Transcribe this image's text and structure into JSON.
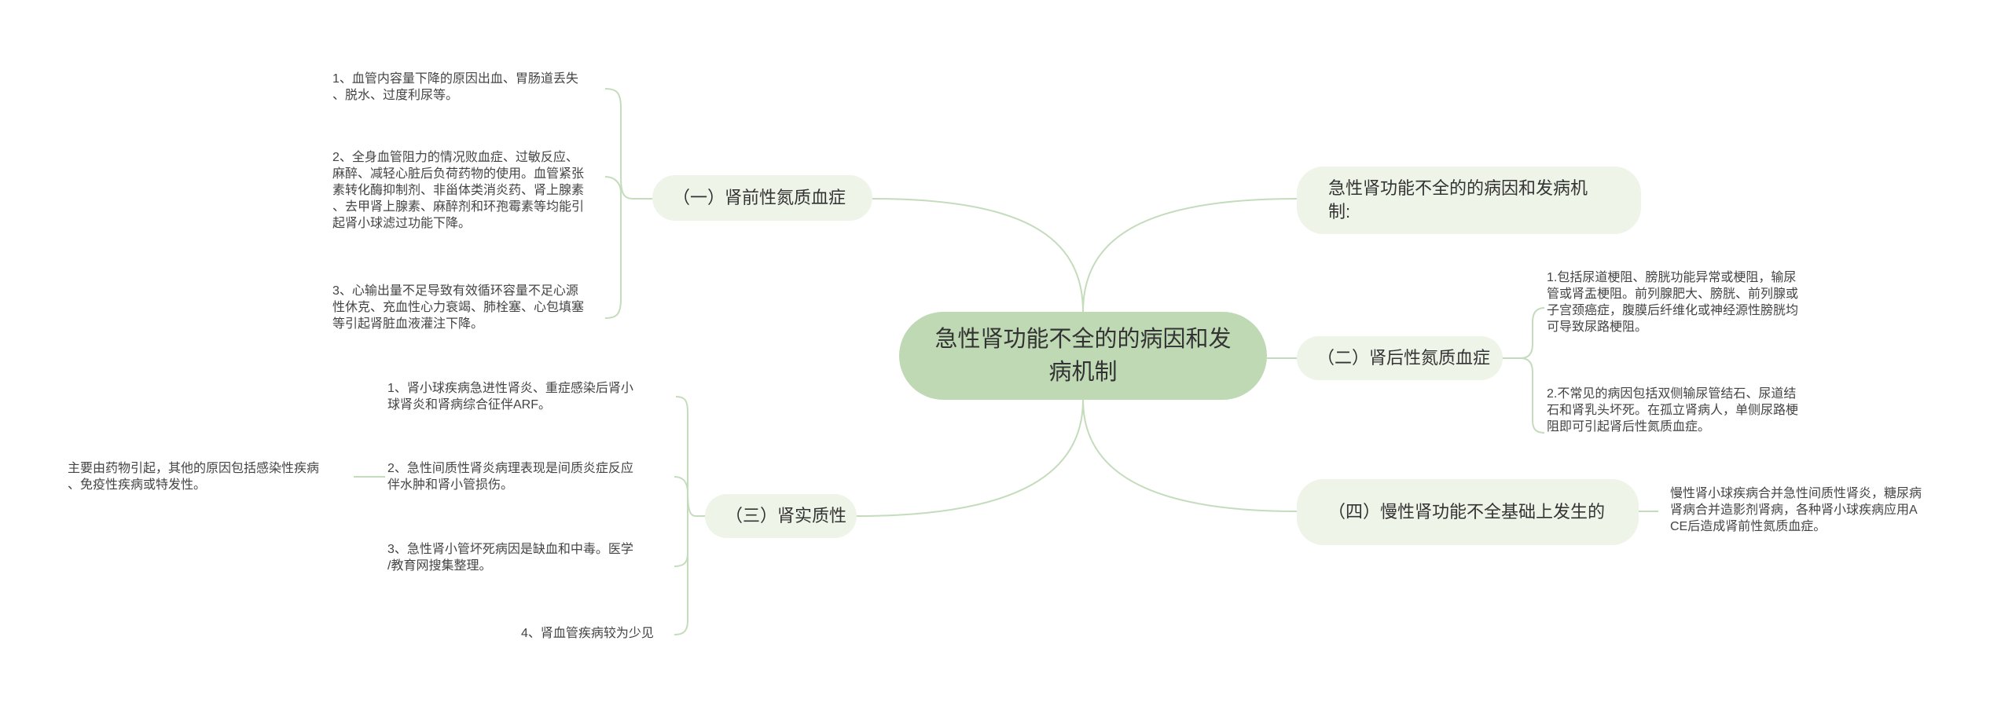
{
  "root": {
    "label": "急性肾功能不全的的病因和发病机制"
  },
  "left": {
    "prerenal": {
      "label": "（一）肾前性氮质血症",
      "items": [
        "1、血管内容量下降的原因出血、胃肠道丢失\n、脱水、过度利尿等。",
        "2、全身血管阻力的情况败血症、过敏反应、\n麻醉、减轻心脏后负荷药物的使用。血管紧张\n素转化酶抑制剂、非甾体类消炎药、肾上腺素\n、去甲肾上腺素、麻醉剂和环孢霉素等均能引\n起肾小球滤过功能下降。",
        "3、心输出量不足导致有效循环容量不足心源\n性休克、充血性心力衰竭、肺栓塞、心包填塞\n等引起肾脏血液灌注下降。"
      ]
    },
    "renal": {
      "label": "（三）肾实质性",
      "items": [
        "1、肾小球疾病急进性肾炎、重症感染后肾小\n球肾炎和肾病综合征伴ARF。",
        "2、急性间质性肾炎病理表现是间质炎症反应\n伴水肿和肾小管损伤。",
        "3、急性肾小管坏死病因是缺血和中毒。医学\n/教育网搜集整理。",
        "4、肾血管疾病较为少见"
      ],
      "sub_note": "主要由药物引起，其他的原因包括感染性疾病\n、免疫性疾病或特发性。"
    }
  },
  "right": {
    "intro": {
      "label": "急性肾功能不全的的病因和发病机制:"
    },
    "postrenal": {
      "label": "（二）肾后性氮质血症",
      "items": [
        "1.包括尿道梗阻、膀胱功能异常或梗阻，输尿\n管或肾盂梗阻。前列腺肥大、膀胱、前列腺或\n子宫颈癌症，腹膜后纤维化或神经源性膀胱均\n可导致尿路梗阻。",
        "2.不常见的病因包括双侧输尿管结石、尿道结\n石和肾乳头坏死。在孤立肾病人，单侧尿路梗\n阻即可引起肾后性氮质血症。"
      ]
    },
    "chronic": {
      "label": "（四）慢性肾功能不全基础上发生的",
      "items": [
        "慢性肾小球疾病合并急性间质性肾炎，糖尿病\n肾病合并造影剂肾病，各种肾小球疾病应用A\nCE后造成肾前性氮质血症。"
      ]
    }
  },
  "colors": {
    "root_fill": "#bfd9b5",
    "branch_fill": "#eef4e8",
    "line": "#c4dcbc"
  }
}
